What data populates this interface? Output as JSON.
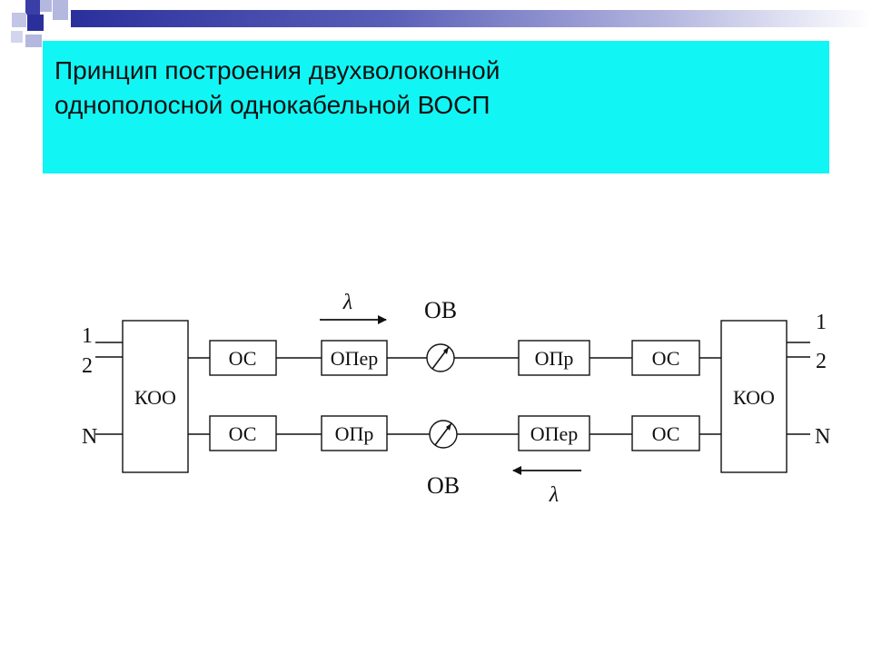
{
  "slide": {
    "title_line1": "Принцип построения двухволоконной",
    "title_line2": "однополосной однокабельной ВОСП",
    "title_background": "#12f5f5",
    "top_bar_color": "#2b2f9c"
  },
  "diagram": {
    "left_channels": [
      "1",
      "2",
      "N"
    ],
    "right_channels": [
      "1",
      "2",
      "N"
    ],
    "left_mux": "КОО",
    "right_mux": "КОО",
    "top_row": [
      "ОС",
      "ОПер",
      "ОПр",
      "ОС"
    ],
    "bottom_row": [
      "ОС",
      "ОПр",
      "ОПер",
      "ОС"
    ],
    "fiber_top_label": "ОВ",
    "fiber_bottom_label": "ОВ",
    "wavelength_top": "λ",
    "wavelength_bottom": "λ"
  }
}
